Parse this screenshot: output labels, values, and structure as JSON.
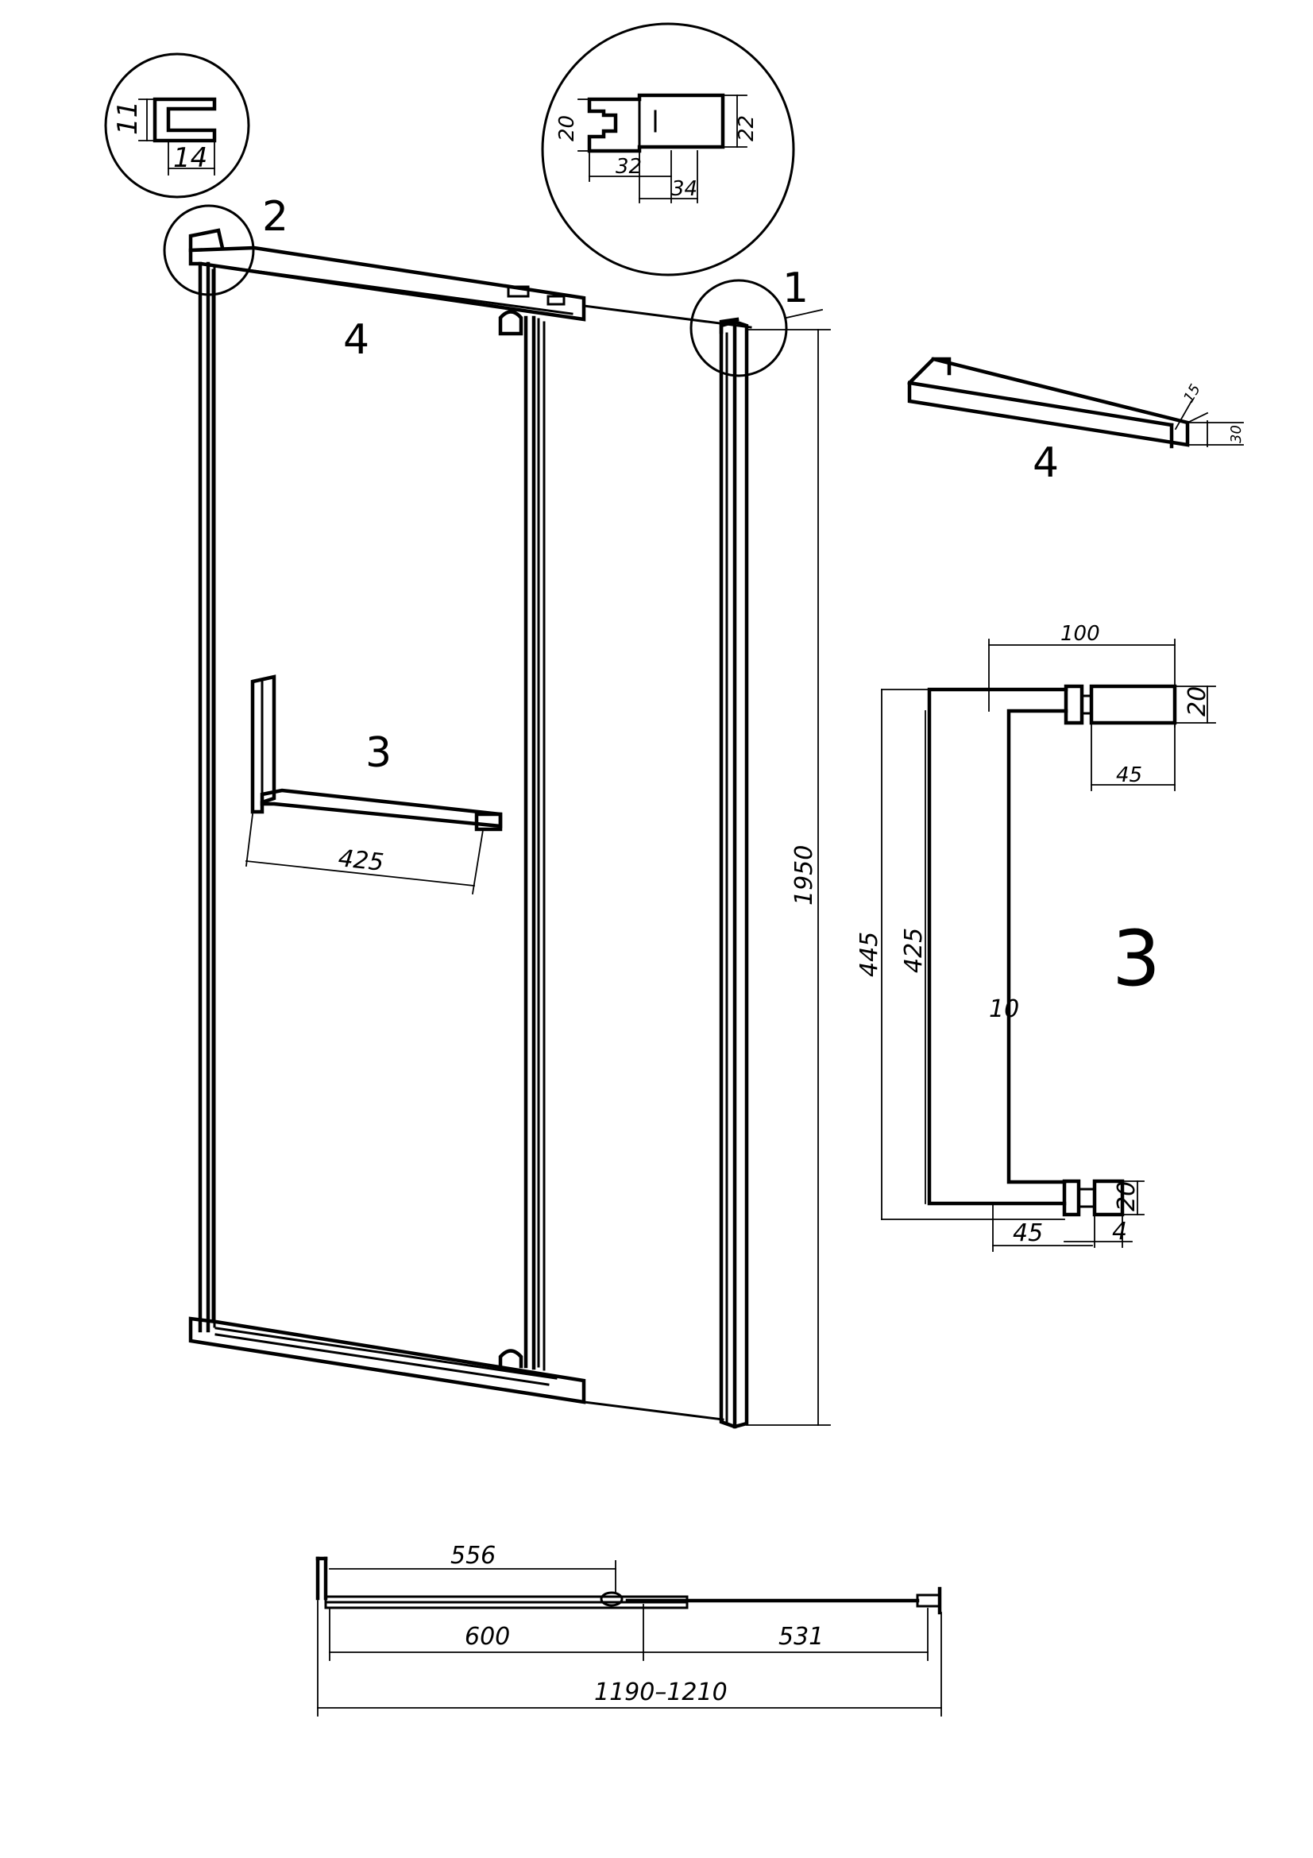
{
  "callouts": {
    "one": "1",
    "two": "2",
    "three": "3",
    "four": "4",
    "four_detail": "4",
    "three_detail": "3"
  },
  "dims": {
    "profile_small_h": "11",
    "profile_small_w": "14",
    "profile_large_left": "20",
    "profile_large_right": "22",
    "profile_large_inner": "32",
    "profile_large_outer": "34",
    "height_total": "1950",
    "handle_bar_length": "425",
    "bar_thickness": "15",
    "bar_height": "30",
    "handle_depth": "100",
    "handle_post_top": "20",
    "handle_post_top_w": "45",
    "handle_outer_len": "445",
    "handle_inner_len": "425",
    "handle_bar_w": "10",
    "handle_post_bottom": "20",
    "handle_post_bottom_w": "45",
    "handle_washer": "4",
    "plan_door_open": "556",
    "plan_door_width": "600",
    "plan_fixed_width": "531",
    "plan_total_range": "1190–1210"
  }
}
